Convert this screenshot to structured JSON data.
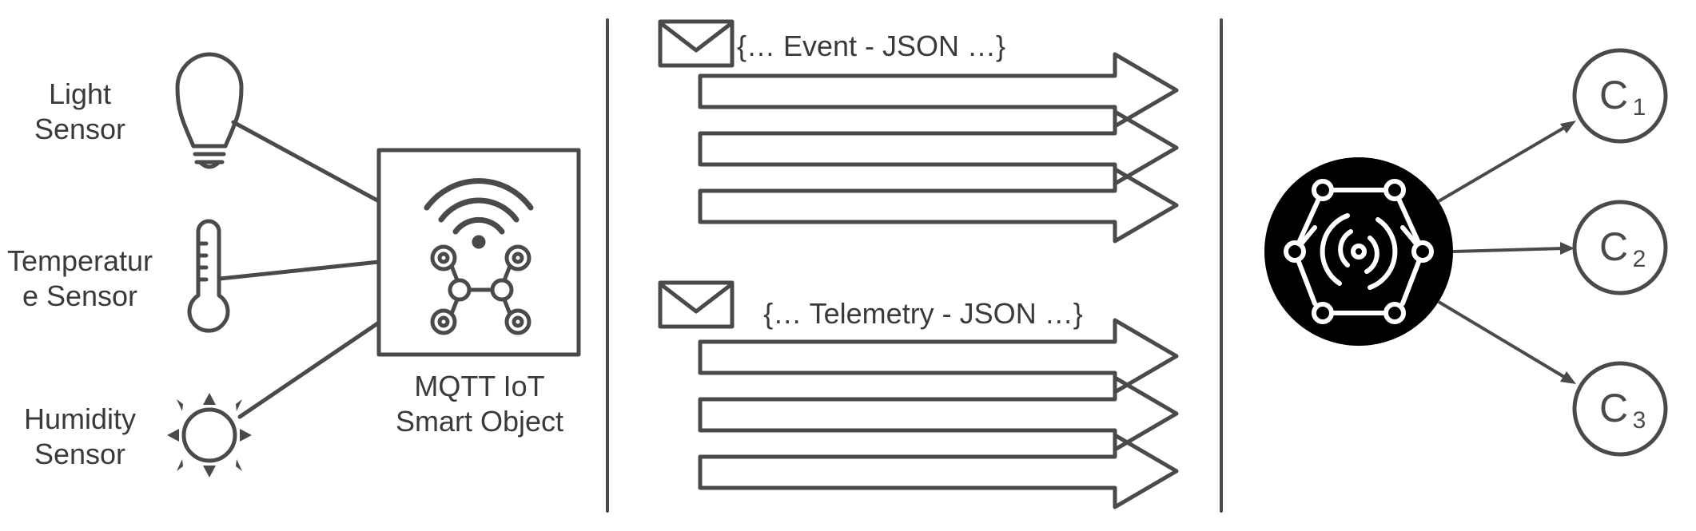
{
  "sensors": {
    "light": {
      "line1": "Light",
      "line2": "Sensor",
      "icon": "lightbulb-icon"
    },
    "temperature": {
      "line1": "Temperatur",
      "line2": "e Sensor",
      "icon": "thermometer-icon"
    },
    "humidity": {
      "line1": "Humidity",
      "line2": "Sensor",
      "icon": "sun-icon"
    }
  },
  "device": {
    "line1": "MQTT IoT",
    "line2": "Smart Object",
    "icon": "wifi-drone-icon"
  },
  "messages": {
    "event": {
      "label": "{…  Event - JSON …}",
      "icon": "envelope-icon"
    },
    "telemetry": {
      "label": "{…  Telemetry - JSON …}",
      "icon": "envelope-icon"
    }
  },
  "broker": {
    "icon": "broker-network-icon"
  },
  "consumers": [
    {
      "letter": "C",
      "sub": "1"
    },
    {
      "letter": "C",
      "sub": "2"
    },
    {
      "letter": "C",
      "sub": "3"
    }
  ],
  "colors": {
    "stroke": "#4a4a4a",
    "text": "#3a3a3a",
    "broker_fill": "#000000",
    "background": "#ffffff"
  }
}
